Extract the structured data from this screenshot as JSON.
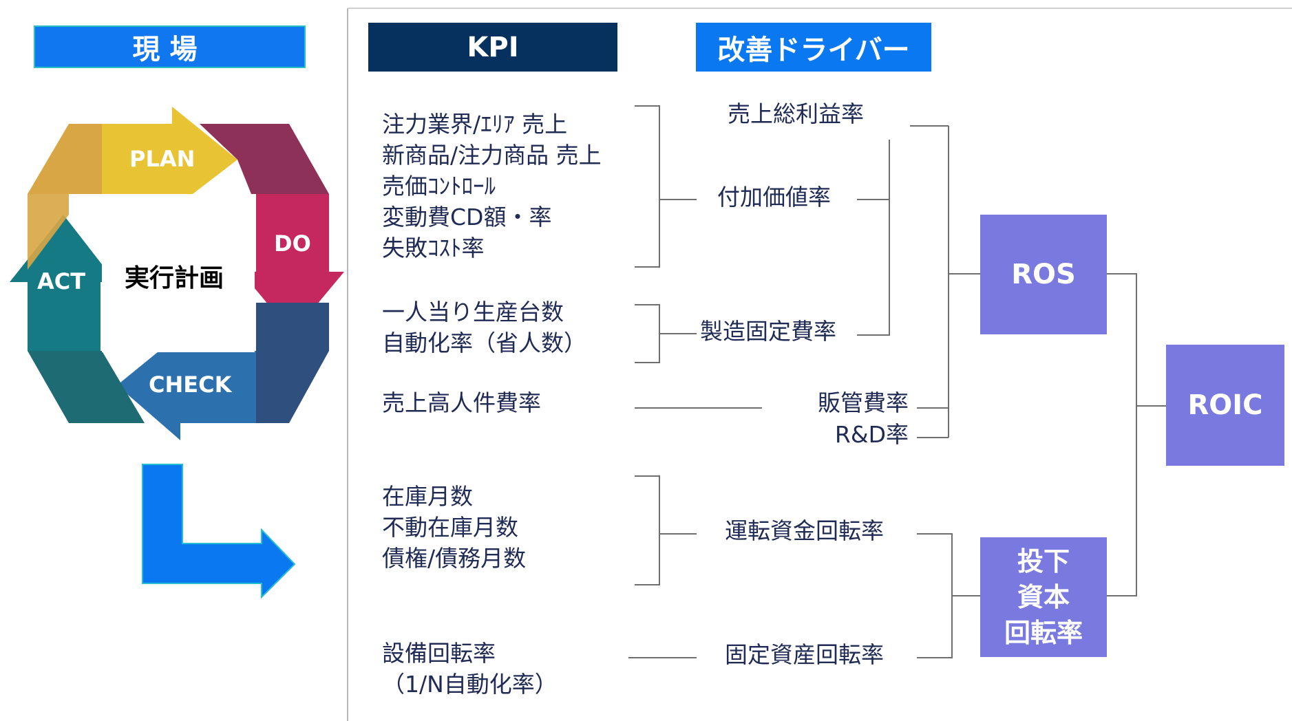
{
  "headers": {
    "genba": "現場",
    "kpi": "KPI",
    "driver": "改善ドライバー"
  },
  "pdca": {
    "center": "実行計画",
    "plan": "PLAN",
    "do": "DO",
    "check": "CHECK",
    "act": "ACT",
    "colors": {
      "plan": "#e8c434",
      "do": "#c4285e",
      "check": "#2c70ae",
      "act": "#167a84"
    }
  },
  "kpis": {
    "sales": [
      "注力業界/ｴﾘｱ 売上",
      "新商品/注力商品 売上",
      "売価ｺﾝﾄﾛｰﾙ",
      "変動費CD額・率",
      "失敗ｺｽﾄ率"
    ],
    "production": [
      "一人当り生産台数",
      "自動化率（省人数）"
    ],
    "labor": [
      "売上高人件費率"
    ],
    "inventory": [
      "在庫月数",
      "不動在庫月数",
      "債権/債務月数"
    ],
    "equipment": [
      "設備回転率",
      "（1/N自動化率）"
    ]
  },
  "drivers": {
    "gross_margin": "売上総利益率",
    "value_added": "付加価値率",
    "fixed_cost": "製造固定費率",
    "sga": "販管費率",
    "rd": "R&D率",
    "working_capital": "運転資金回転率",
    "fixed_asset": "固定資産回転率"
  },
  "outcomes": {
    "ros": "ROS",
    "roic": "ROIC",
    "capital": [
      "投下",
      "資本",
      "回転率"
    ]
  },
  "colors": {
    "outcome_box": "#7a79e0",
    "kpi_header": "#06305e",
    "accent_blue": "#0a78f0",
    "connector": "#6e6e6e"
  }
}
